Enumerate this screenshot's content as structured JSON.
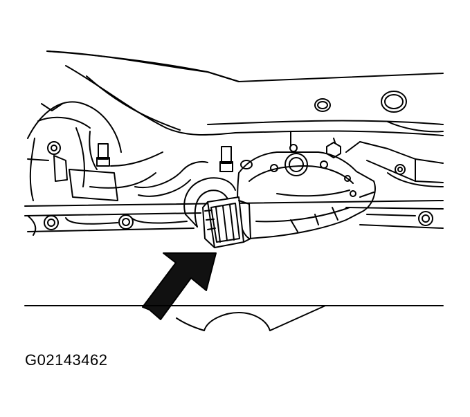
{
  "figure": {
    "code": "G02143462",
    "subject": "transmission-range-sensor-connector",
    "callout": "arrow-pointing-to-connector"
  },
  "colors": {
    "line": "#000000",
    "background": "#ffffff",
    "arrow_fill": "#111111"
  }
}
